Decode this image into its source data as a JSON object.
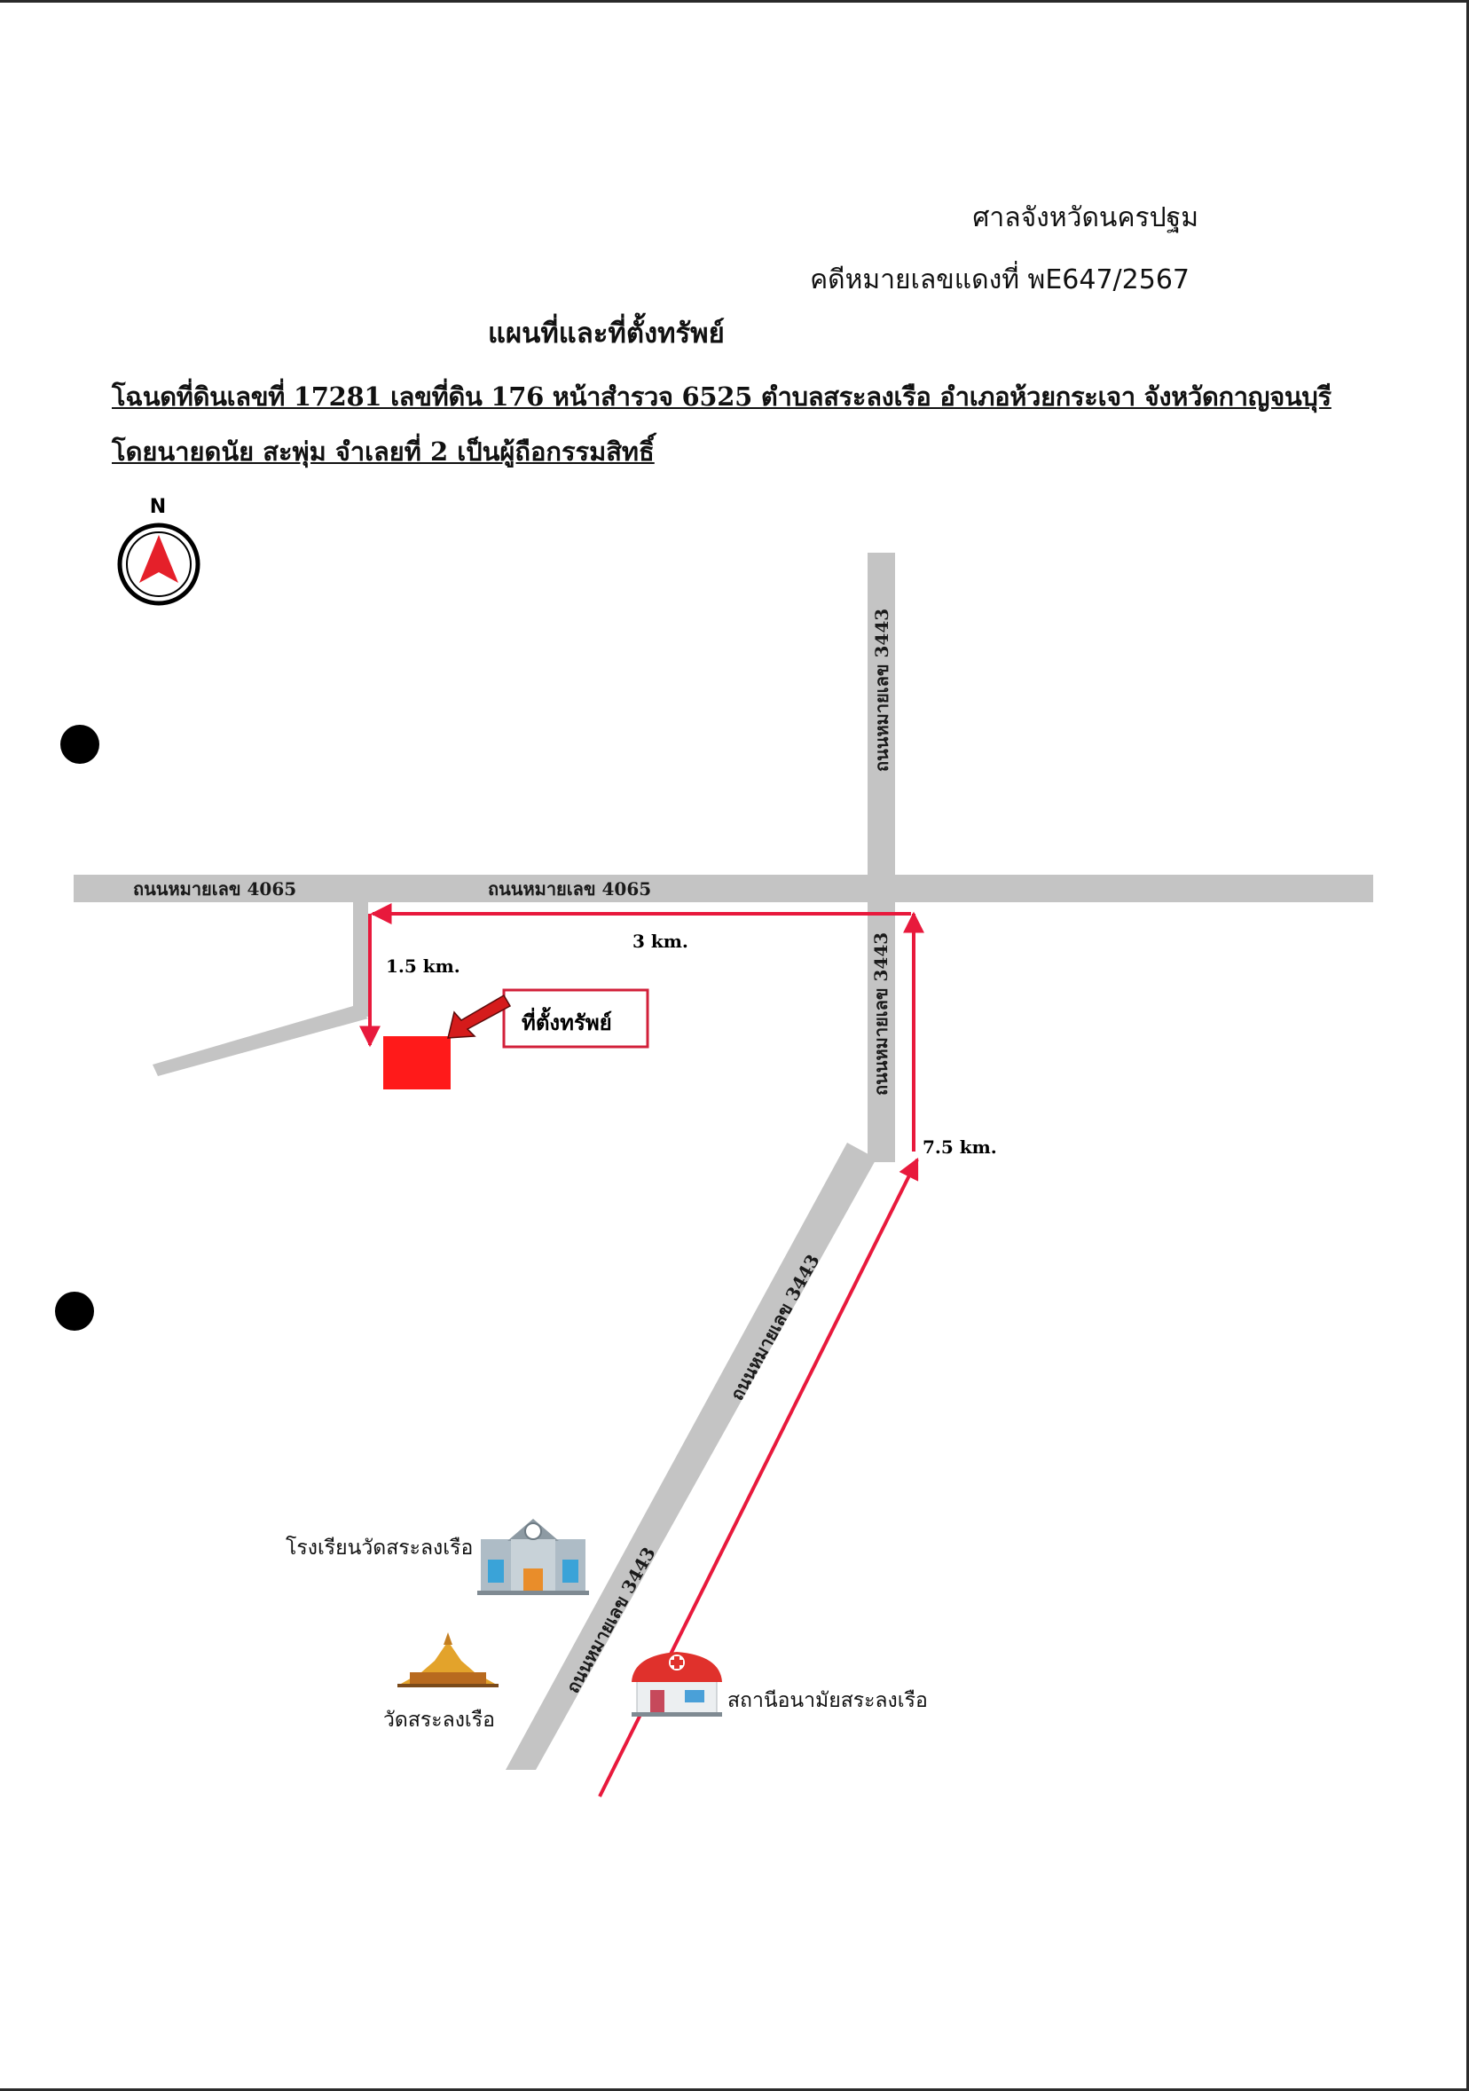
{
  "header": {
    "court": "ศาลจังหวัดนครปฐม",
    "case_number": "คดีหมายเลขแดงที่ พE647/2567",
    "title": "แผนที่และที่ตั้งทรัพย์",
    "deed_line": "โฉนดที่ดินเลขที่ 17281 เลขที่ดิน 176 หน้าสำรวจ 6525 ตำบลสระลงเรือ  อำเภอห้วยกระเจา  จังหวัดกาญจนบุรี",
    "owner_line": "โดยนายดนัย  สะพุ่ม จำเลยที่ 2  เป็นผู้ถือกรรมสิทธิ์"
  },
  "compass": {
    "north_label": "N"
  },
  "roads": {
    "road_4065_west": "ถนนหมายเลข 4065",
    "road_4065_center": "ถนนหมายเลข 4065",
    "road_3443_north": "ถนนหมายเลข 3443",
    "road_3443_middle": "ถนนหมายเลข 3443",
    "road_3443_diag_upper": "ถนนหมายเลข 3443",
    "road_3443_diag_lower": "ถนนหมายเลข 3443"
  },
  "distances": {
    "segment_1": "3  km.",
    "segment_2": "1.5 km.",
    "segment_3": "7.5 km."
  },
  "property_label": "ที่ตั้งทรัพย์",
  "landmarks": {
    "school": "โรงเรียนวัดสระลงเรือ",
    "temple": "วัดสระลงเรือ",
    "health_station": "สถานีอนามัยสระลงเรือ"
  },
  "colors": {
    "road": "#c4c4c4",
    "route": "#e8193c",
    "property": "#ff1a1a",
    "compass_arrow": "#e5202a"
  }
}
